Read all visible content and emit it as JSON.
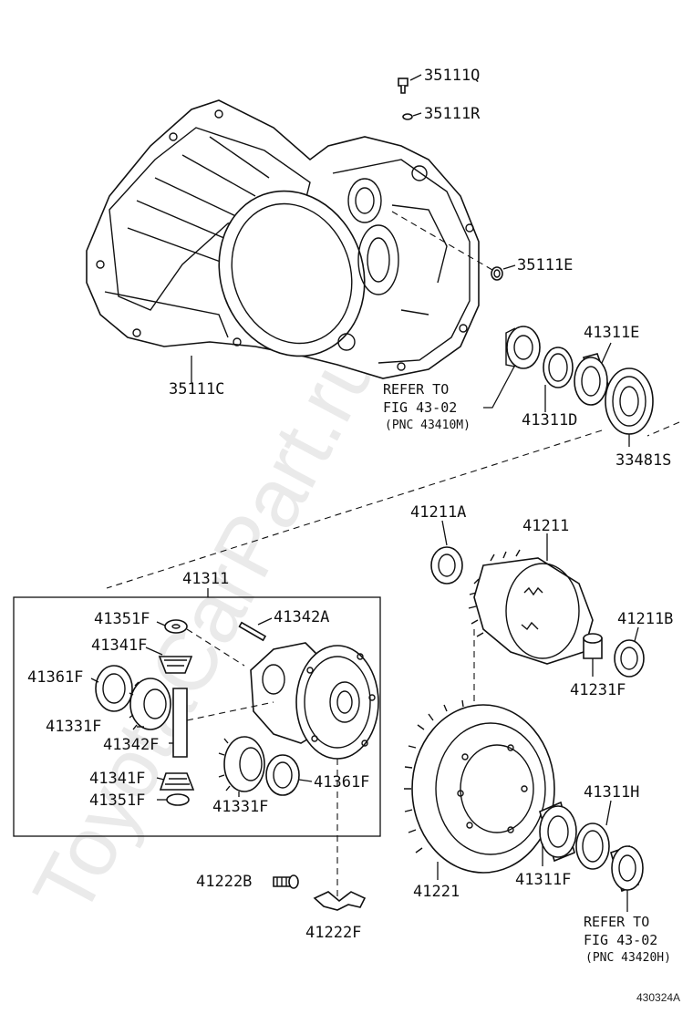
{
  "watermark": "ToyotaCarPart.ru",
  "figure_code": "430324A",
  "labels": {
    "p35111Q": "35111Q",
    "p35111R": "35111R",
    "p35111E": "35111E",
    "p35111C": "35111C",
    "p41311E": "41311E",
    "p41311D": "41311D",
    "p33481S": "33481S",
    "p41211A": "41211A",
    "p41211": "41211",
    "p41211B": "41211B",
    "p41231F": "41231F",
    "p41311": "41311",
    "p41351F_top": "41351F",
    "p41342A": "41342A",
    "p41341F_top": "41341F",
    "p41361F_left": "41361F",
    "p41331F_left": "41331F",
    "p41342F": "41342F",
    "p41341F_bot": "41341F",
    "p41351F_bot": "41351F",
    "p41331F_right": "41331F",
    "p41361F_right": "41361F",
    "p41311H": "41311H",
    "p41311F": "41311F",
    "p41221": "41221",
    "p41222B": "41222B",
    "p41222F": "41222F"
  },
  "refers": {
    "top": {
      "line1": "REFER TO",
      "line2": "FIG 43-02",
      "line3": "(PNC 43410M)"
    },
    "bottom": {
      "line1": "REFER TO",
      "line2": "FIG 43-02",
      "line3": "(PNC 43420H)"
    }
  }
}
